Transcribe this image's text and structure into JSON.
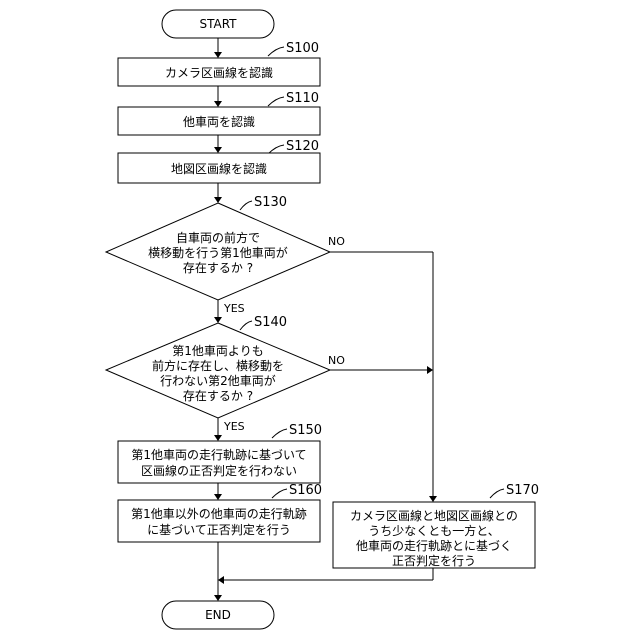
{
  "terminals": {
    "start": "START",
    "end": "END"
  },
  "steps": {
    "s100": {
      "id": "S100",
      "label": "カメラ区画線を認識"
    },
    "s110": {
      "id": "S110",
      "label": "他車両を認識"
    },
    "s120": {
      "id": "S120",
      "label": "地図区画線を認識"
    },
    "s130": {
      "id": "S130",
      "lines": [
        "自車両の前方で",
        "横移動を行う第1他車両が",
        "存在するか ?"
      ]
    },
    "s140": {
      "id": "S140",
      "lines": [
        "第1他車両よりも",
        "前方に存在し、横移動を",
        "行わない第2他車両が",
        "存在するか ?"
      ]
    },
    "s150": {
      "id": "S150",
      "lines": [
        "第1他車両の走行軌跡に基づいて",
        "区画線の正否判定を行わない"
      ]
    },
    "s160": {
      "id": "S160",
      "lines": [
        "第1他車以外の他車両の走行軌跡",
        "に基づいて正否判定を行う"
      ]
    },
    "s170": {
      "id": "S170",
      "lines": [
        "カメラ区画線と地図区画線との",
        "うち少なくとも一方と、",
        "他車両の走行軌跡とに基づく",
        "正否判定を行う"
      ]
    }
  },
  "edges": {
    "s130_yes": "YES",
    "s130_no": "NO",
    "s140_yes": "YES",
    "s140_no": "NO"
  }
}
